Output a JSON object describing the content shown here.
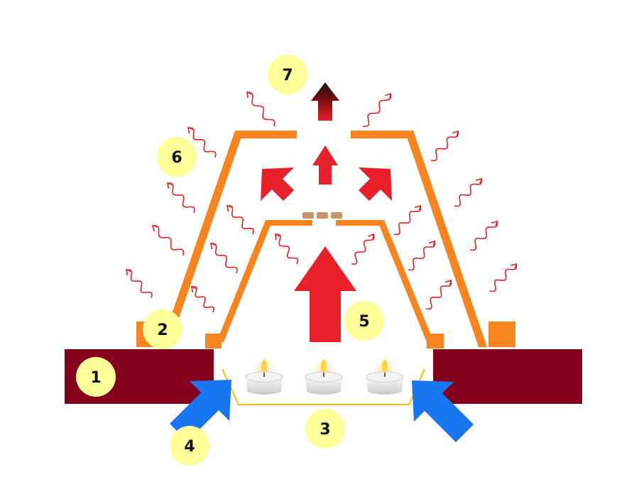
{
  "labels": [
    {
      "id": "label-1",
      "text": "1"
    },
    {
      "id": "label-2",
      "text": "2"
    },
    {
      "id": "label-3",
      "text": "3"
    },
    {
      "id": "label-4",
      "text": "4"
    },
    {
      "id": "label-5",
      "text": "5"
    },
    {
      "id": "label-6",
      "text": "6"
    },
    {
      "id": "label-7",
      "text": "7"
    }
  ],
  "colors": {
    "base": "#85001b",
    "outer_shell": "#f7841e",
    "inner_shell": "#f7841e",
    "hot_air_arrow": "#e8202a",
    "heat_wave": "#e8202a",
    "cold_air_arrow": "#1877f0",
    "badge": "#ffff99",
    "candle_tray": "#f2c200",
    "candle_cup": "#e4e4e4",
    "flame": "#ffd780",
    "vent": "#c8946a"
  },
  "icons": [
    "tealight-candle-icon",
    "heat-wave-icon",
    "air-flow-arrow-icon"
  ]
}
